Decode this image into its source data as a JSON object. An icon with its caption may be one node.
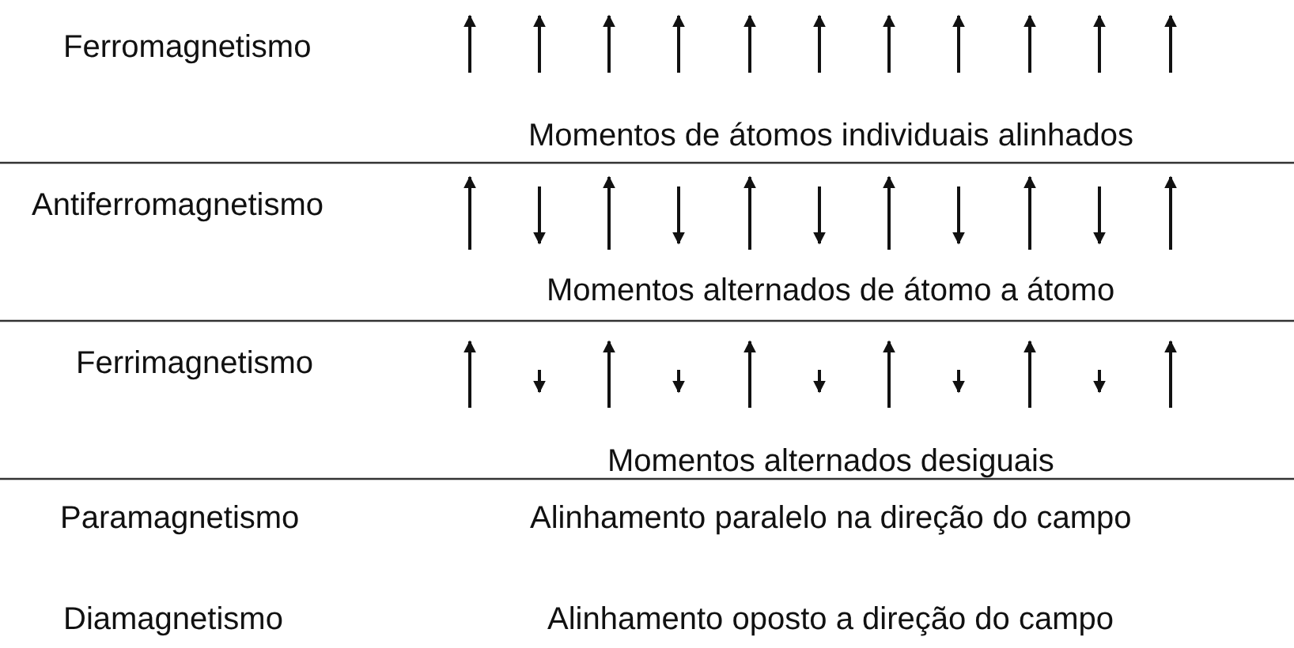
{
  "diagram": {
    "labels": [
      "Ferromagnetismo",
      "Momentos de átomos individuais alinhados",
      "Antiferromagnetismo",
      "Momentos alternados de átomo a átomo",
      "Ferrimagnetismo",
      "Momentos alternados desiguais",
      "Paramagnetismo",
      "Alinhamento paralelo na direção do campo",
      "Diamagnetismo",
      "Alinhamento oposto a direção do campo"
    ]
  }
}
